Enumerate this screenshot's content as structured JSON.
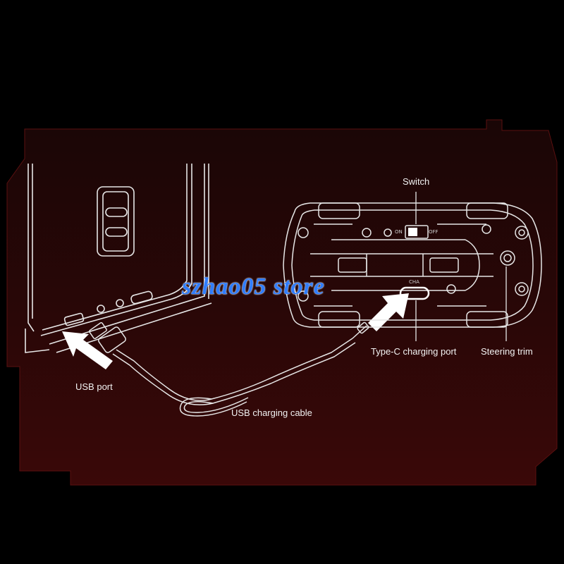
{
  "labels": {
    "switch": "Switch",
    "type_c_port": "Type-C charging port",
    "steering_trim": "Steering trim",
    "usb_port": "USB port",
    "usb_cable": "USB charging cable"
  },
  "switch_text": {
    "on": "ON",
    "off": "OFF"
  },
  "port_text": "CHA",
  "watermark": "szhao05 store",
  "colors": {
    "background": "#000000",
    "panel_top": "#1a0606",
    "panel_bottom": "#3a0808",
    "line": "#e6e6e6",
    "watermark": "#2f7dff"
  }
}
